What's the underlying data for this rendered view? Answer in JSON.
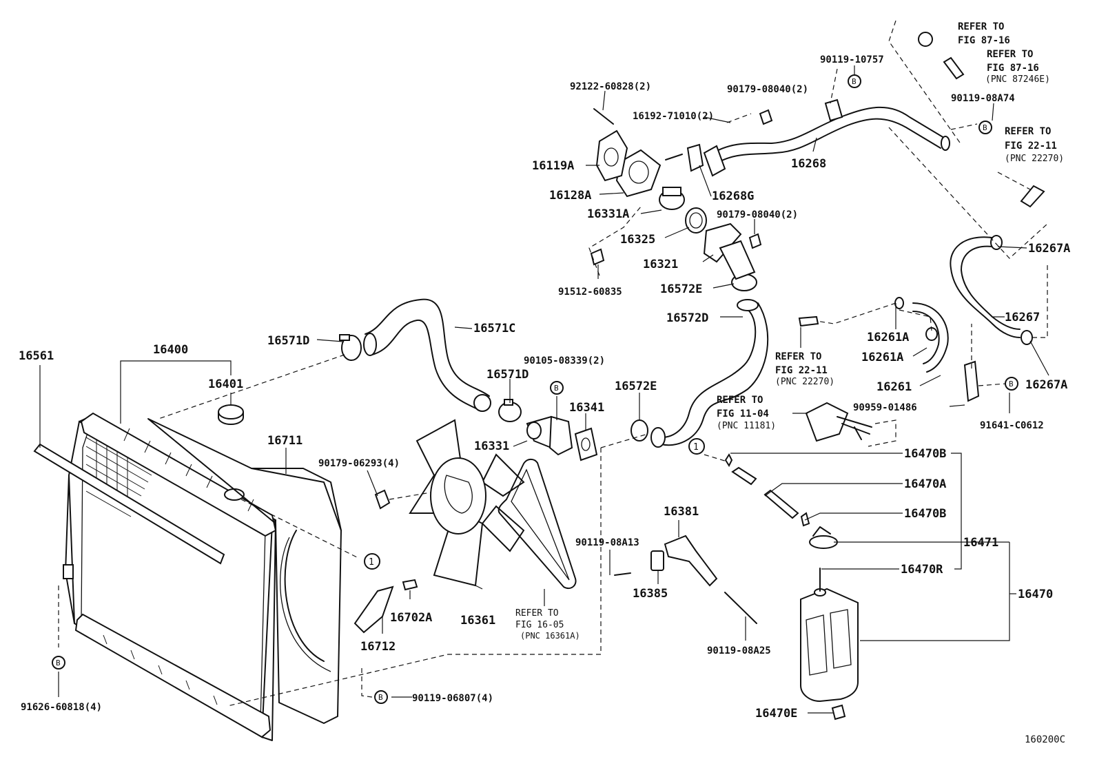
{
  "labels": {
    "p16561": "16561",
    "p16400": "16400",
    "p16401": "16401",
    "p16711": "16711",
    "p16571D_a": "16571D",
    "p16571C": "16571C",
    "p16571D_b": "16571D",
    "p90105": "90105-08339(2)",
    "p16341": "16341",
    "p16331": "16331",
    "p90179_06293": "90179-06293(4)",
    "p16361": "16361",
    "p16702A": "16702A",
    "p16712": "16712",
    "ref16_05_a": "REFER TO",
    "ref16_05_b": "FIG 16-05",
    "ref16_05_c": "(PNC 16361A)",
    "p91626": "91626-60818(4)",
    "p90119_06807": "90119-06807(4)",
    "p92122": "92122-60828(2)",
    "p16119A": "16119A",
    "p16128A": "16128A",
    "p16331A": "16331A",
    "p16325": "16325",
    "p91512": "91512-60835",
    "p16192": "16192-71010(2)",
    "p90179_08040_a": "90179-08040(2)",
    "p90179_08040_b": "90179-08040(2)",
    "p16268": "16268",
    "p16268G": "16268G",
    "p16321": "16321",
    "p16572E_a": "16572E",
    "p16572D": "16572D",
    "p16572E_b": "16572E",
    "p90119_10757": "90119-10757",
    "ref87_a1": "REFER TO",
    "ref87_a2": "FIG 87-16",
    "ref87_b1": "REFER TO",
    "ref87_b2": "FIG 87-16",
    "ref87_b3": "(PNC 87246E)",
    "p90119_08A74": "90119-08A74",
    "ref22_a1": "REFER TO",
    "ref22_a2": "FIG 22-11",
    "ref22_a3": "(PNC 22270)",
    "p16267A_a": "16267A",
    "p16267": "16267",
    "p16267A_b": "16267A",
    "p16261A_a": "16261A",
    "p16261A_b": "16261A",
    "p16261": "16261",
    "ref22_b1": "REFER TO",
    "ref22_b2": "FIG 22-11",
    "ref22_b3": "(PNC 22270)",
    "ref11_1": "REFER TO",
    "ref11_2": "FIG 11-04",
    "ref11_3": "(PNC 11181)",
    "p90959": "90959-01486",
    "p91641": "91641-C0612",
    "p16470B_a": "16470B",
    "p16470A": "16470A",
    "p16470B_b": "16470B",
    "p16471": "16471",
    "p16470R": "16470R",
    "p16470": "16470",
    "p16470E": "16470E",
    "p16381": "16381",
    "p90119_08A13": "90119-08A13",
    "p16385": "16385",
    "p90119_08A25": "90119-08A25",
    "ref_1": "1",
    "mark_b": "B",
    "fig_code": "160200C"
  },
  "colors": {
    "ink": "#111111",
    "background": "#ffffff"
  }
}
